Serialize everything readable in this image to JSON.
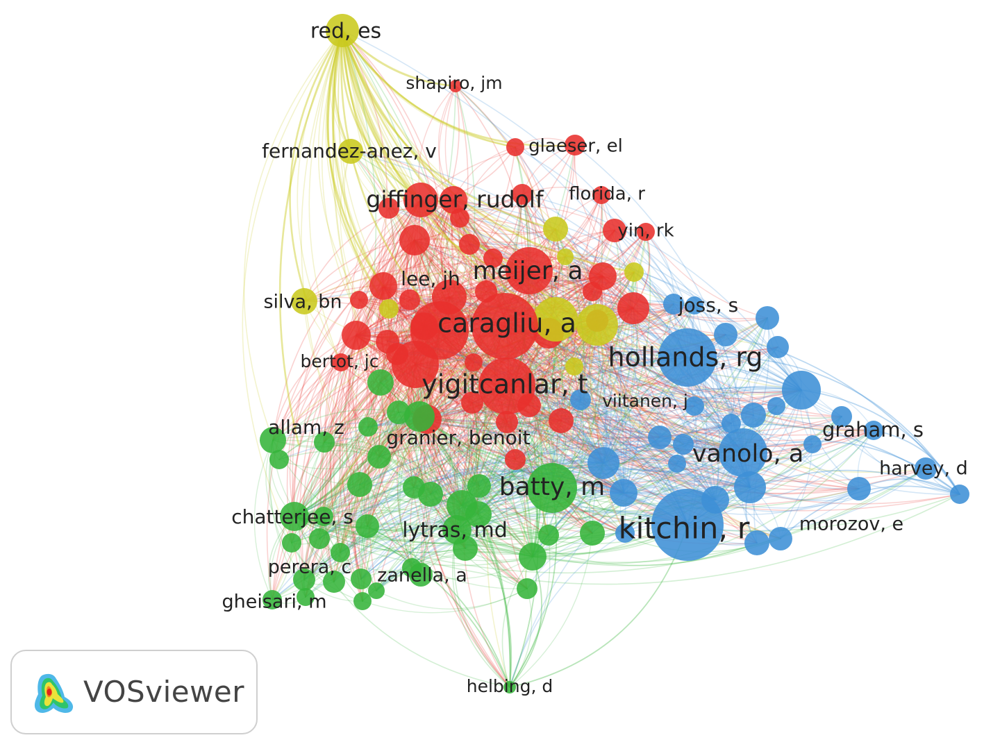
{
  "app": {
    "name": "VOSviewer"
  },
  "clusters": {
    "red": "#e8302c",
    "green": "#36b43a",
    "blue": "#3d8fd6",
    "yellow": "#c9c91e"
  },
  "labels": [
    {
      "text": "red, es",
      "cluster": "yellow"
    },
    {
      "text": "shapiro, jm",
      "cluster": "red"
    },
    {
      "text": "glaeser, el",
      "cluster": "red"
    },
    {
      "text": "fernandez-anez, v",
      "cluster": "yellow"
    },
    {
      "text": "florida, r",
      "cluster": "red"
    },
    {
      "text": "giffinger, rudolf",
      "cluster": "red"
    },
    {
      "text": "yin, rk",
      "cluster": "red"
    },
    {
      "text": "meijer, a",
      "cluster": "red"
    },
    {
      "text": "lee, jh",
      "cluster": "red"
    },
    {
      "text": "silva, bn",
      "cluster": "yellow"
    },
    {
      "text": "joss, s",
      "cluster": "blue"
    },
    {
      "text": "caragliu, a",
      "cluster": "red"
    },
    {
      "text": "hollands, rg",
      "cluster": "blue"
    },
    {
      "text": "bertot, jc",
      "cluster": "red"
    },
    {
      "text": "yigitcanlar, t",
      "cluster": "red"
    },
    {
      "text": "viitanen, j",
      "cluster": "blue"
    },
    {
      "text": "allam, z",
      "cluster": "green"
    },
    {
      "text": "granier, benoit",
      "cluster": "red"
    },
    {
      "text": "graham, s",
      "cluster": "blue"
    },
    {
      "text": "vanolo, a",
      "cluster": "blue"
    },
    {
      "text": "harvey, d",
      "cluster": "blue"
    },
    {
      "text": "batty, m",
      "cluster": "green"
    },
    {
      "text": "chatterjee, s",
      "cluster": "green"
    },
    {
      "text": "lytras, md",
      "cluster": "green"
    },
    {
      "text": "kitchin, r",
      "cluster": "blue"
    },
    {
      "text": "morozov, e",
      "cluster": "blue"
    },
    {
      "text": "perera, c",
      "cluster": "green"
    },
    {
      "text": "zanella, a",
      "cluster": "green"
    },
    {
      "text": "gheisari, m",
      "cluster": "green"
    },
    {
      "text": "helbing, d",
      "cluster": "green"
    }
  ]
}
